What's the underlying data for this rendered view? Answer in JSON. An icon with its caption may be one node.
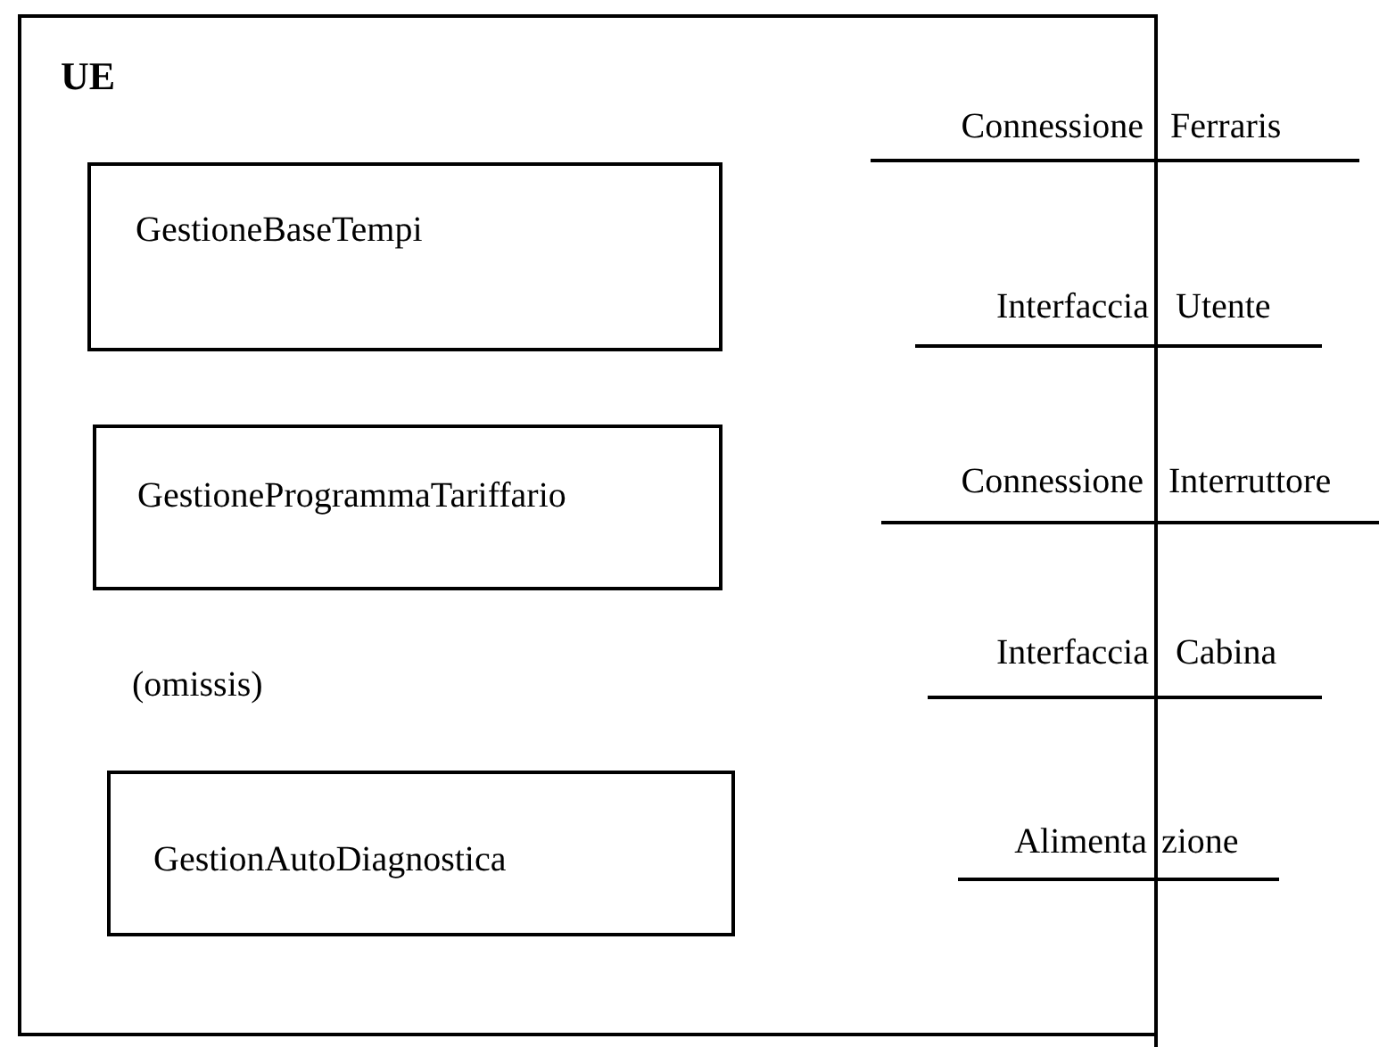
{
  "diagram": {
    "nodes": [
      {
        "text": [
          "UE"
        ]
      },
      {
        "text": [
          "GestioneBaseTempi"
        ],
        "in": 0
      },
      {
        "text": [
          "GestioneProgrammaTariffario"
        ],
        "in": 0
      },
      {
        "text": [
          "GestionAutoDiagnostica"
        ],
        "in": 0
      }
    ],
    "labels": [
      "(omissis)",
      "Connessione",
      "Ferraris",
      "Interfaccia",
      "Utente",
      "Connessione",
      "Interruttore",
      "Interfaccia",
      "Cabina",
      "Alimenta",
      "zione"
    ]
  }
}
